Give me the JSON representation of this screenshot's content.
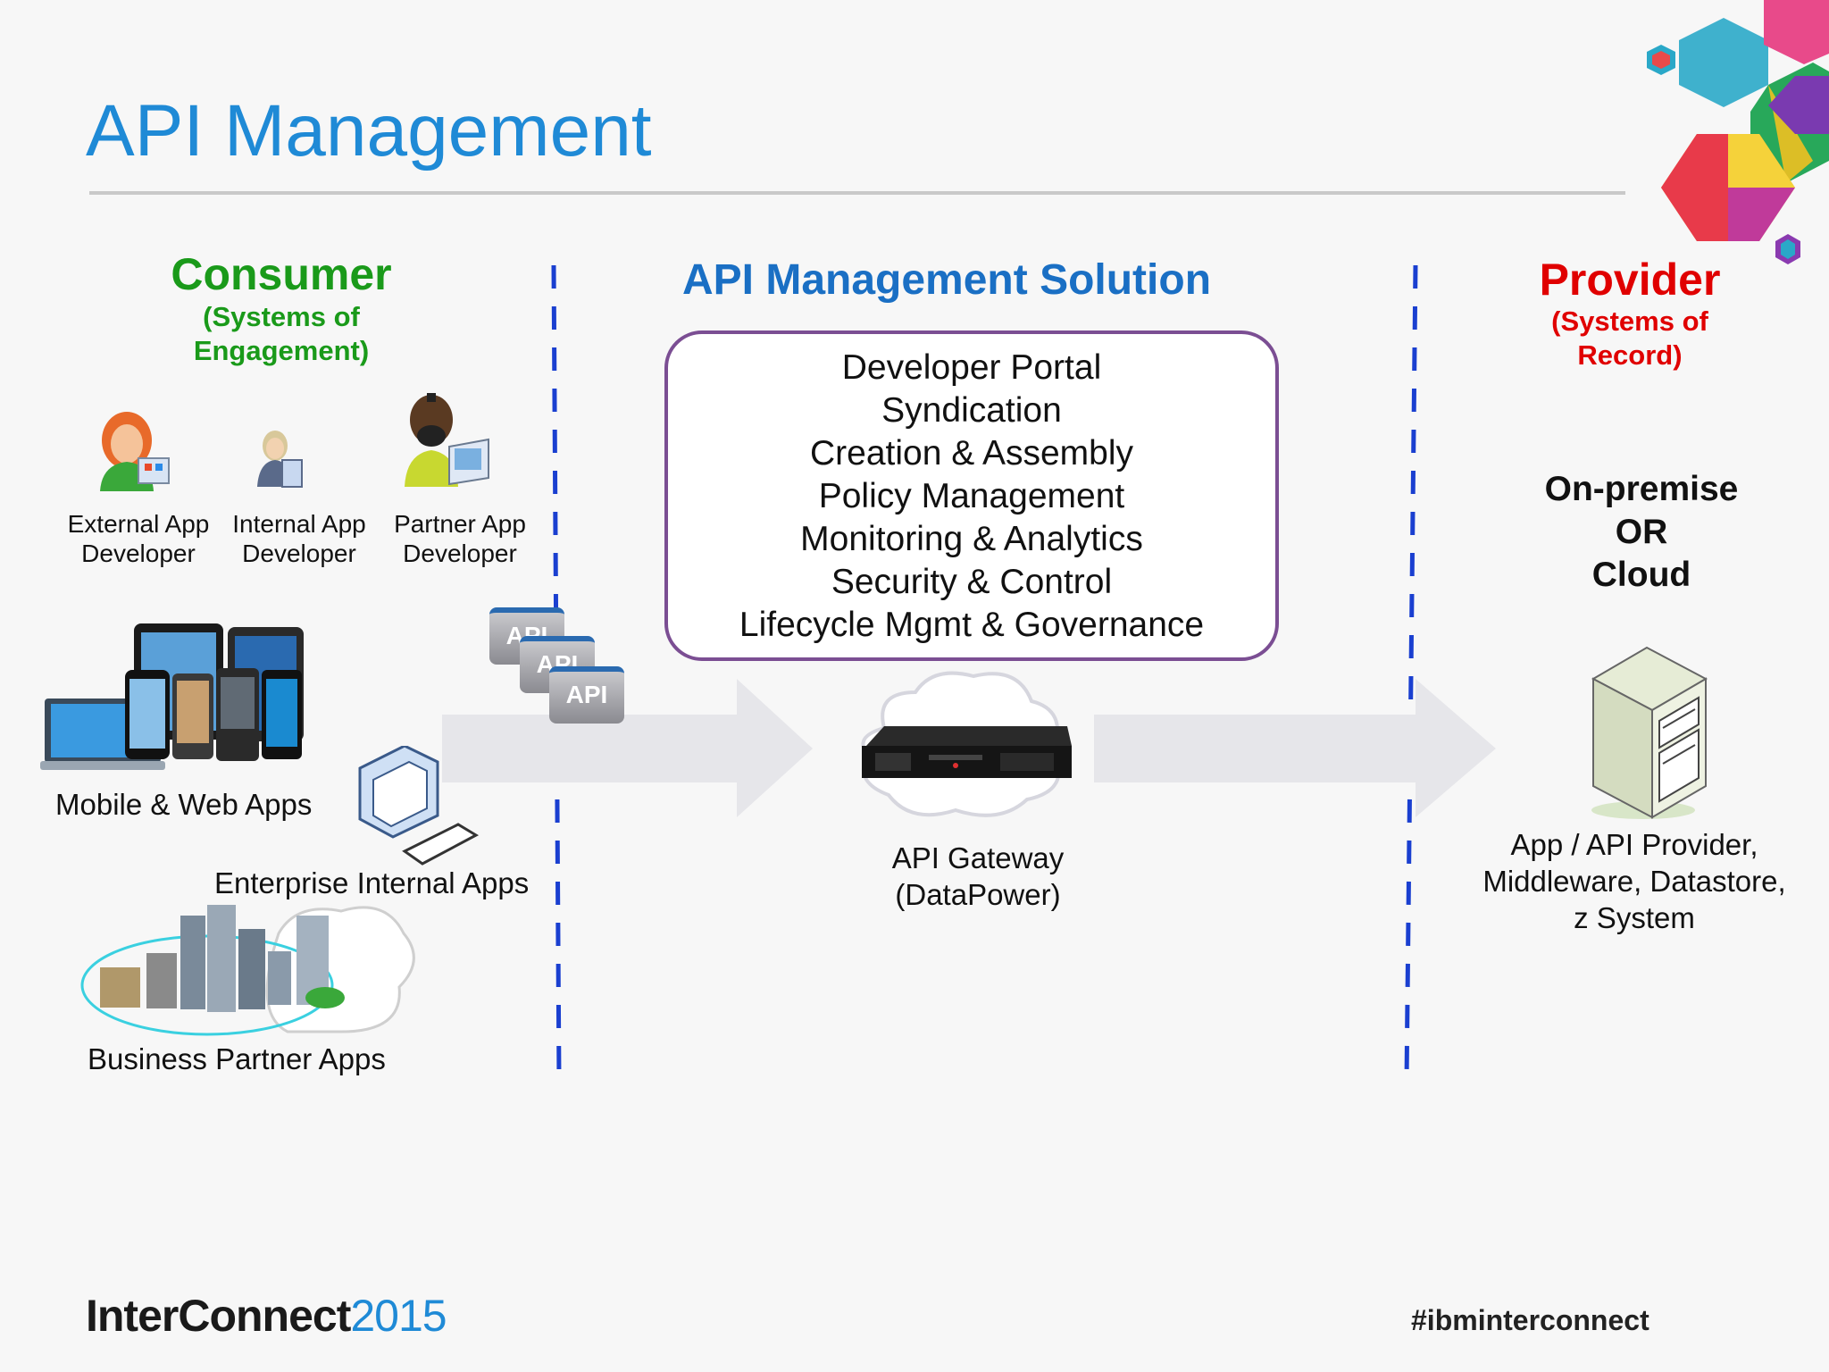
{
  "slide": {
    "title": "API Management",
    "footer_brand": "InterConnect",
    "footer_year": "2015",
    "hashtag": "#ibminterconnect"
  },
  "consumer": {
    "heading": "Consumer",
    "subheading": "(Systems of Engagement)",
    "color": "#1a9a1a",
    "personas": [
      {
        "label": "External App Developer"
      },
      {
        "label": "Internal App Developer"
      },
      {
        "label": "Partner App Developer"
      }
    ],
    "apps": {
      "mobile_web": "Mobile & Web Apps",
      "enterprise": "Enterprise Internal Apps",
      "partner": "Business Partner Apps"
    }
  },
  "solution": {
    "heading": "API Management Solution",
    "color": "#1a6fc4",
    "capabilities": [
      "Developer Portal",
      "Syndication",
      "Creation & Assembly",
      "Policy Management",
      "Monitoring & Analytics",
      "Security & Control",
      "Lifecycle Mgmt & Governance"
    ],
    "api_tags": [
      "API",
      "API",
      "API"
    ],
    "gateway_label_1": "API Gateway",
    "gateway_label_2": "(DataPower)"
  },
  "provider": {
    "heading": "Provider",
    "subheading": "(Systems of Record)",
    "color": "#e00000",
    "deployment_1": "On-premise",
    "deployment_2": "OR",
    "deployment_3": "Cloud",
    "label_1": "App / API Provider,",
    "label_2": "Middleware, Datastore,",
    "label_3": "z System"
  },
  "colors": {
    "title": "#1f8ad6",
    "divider": "#1a3fd0",
    "box_border": "#7b4e93",
    "arrow": "#e6e6ea"
  }
}
